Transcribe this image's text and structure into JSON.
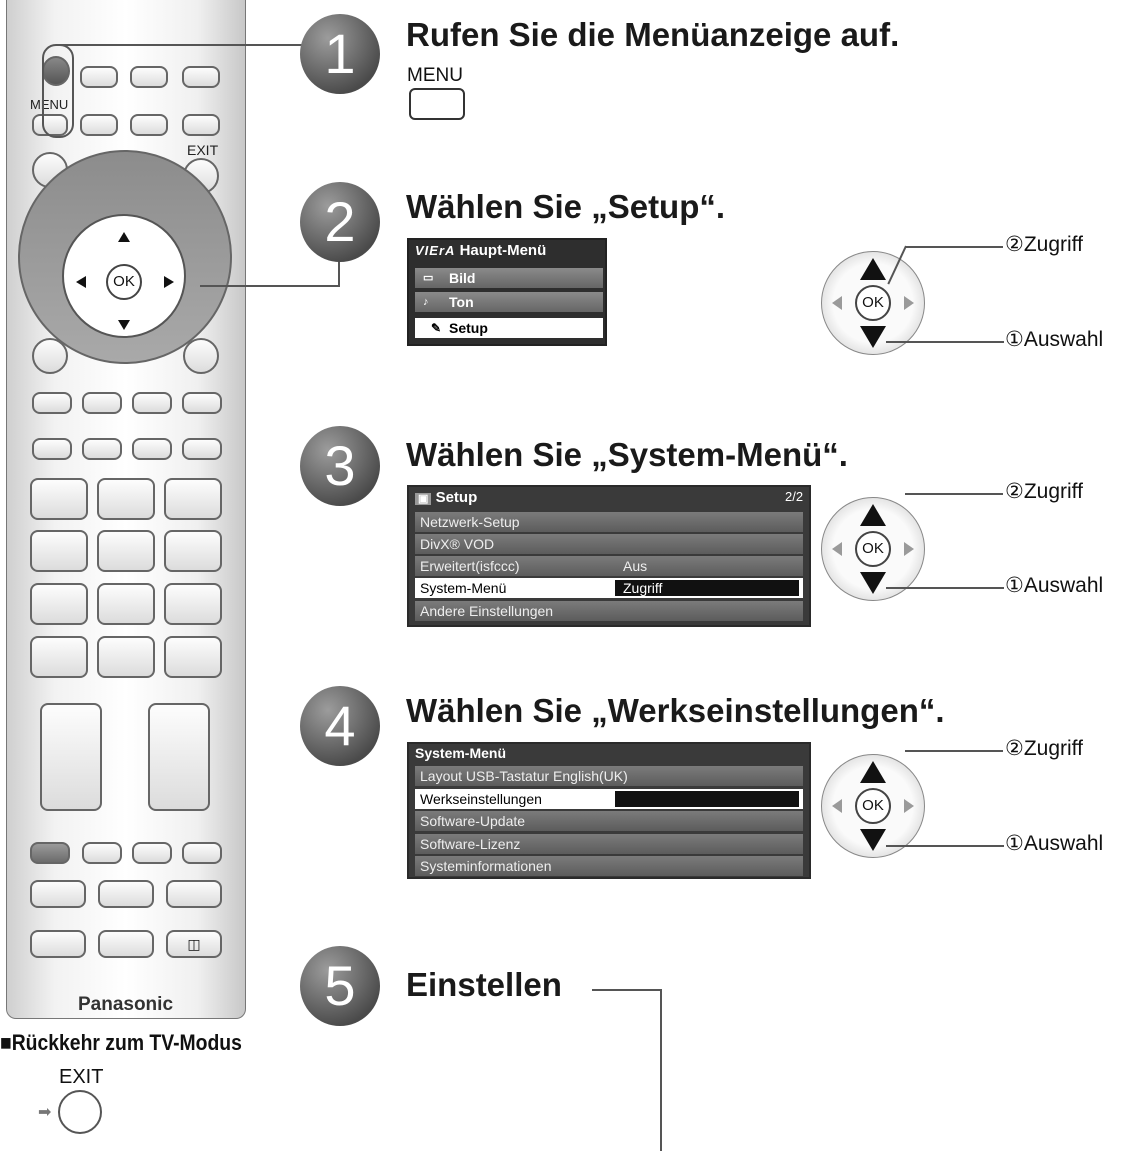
{
  "remote": {
    "menu_label": "MENU",
    "exit_label": "EXIT",
    "ok_label": "OK",
    "brand": "Panasonic"
  },
  "steps": [
    {
      "number": "1",
      "heading": "Rufen Sie die Menüanzeige auf.",
      "button_label": "MENU"
    },
    {
      "number": "2",
      "heading": "Wählen Sie „Setup“."
    },
    {
      "number": "3",
      "heading": "Wählen Sie „System-Menü“."
    },
    {
      "number": "4",
      "heading": "Wählen Sie „Werkseinstellungen“."
    },
    {
      "number": "5",
      "heading": "Einstellen"
    }
  ],
  "main_menu": {
    "logo": "VIErA",
    "title": "Haupt-Menü",
    "items": [
      "Bild",
      "Ton",
      "Setup"
    ],
    "selected": "Setup"
  },
  "setup_menu": {
    "title": "Setup",
    "page": "2/2",
    "rows": [
      {
        "label": "Netzwerk-Setup",
        "value": ""
      },
      {
        "label": "DivX® VOD",
        "value": ""
      },
      {
        "label": "Erweitert(isfccc)",
        "value": "Aus"
      },
      {
        "label": "System-Menü",
        "value": "Zugriff"
      },
      {
        "label": "Andere Einstellungen",
        "value": ""
      }
    ]
  },
  "system_menu": {
    "title": "System-Menü",
    "rows": [
      {
        "label": "Layout USB-Tastatur English(UK)"
      },
      {
        "label": "Werkseinstellungen"
      },
      {
        "label": "Software-Update"
      },
      {
        "label": "Software-Lizenz"
      },
      {
        "label": "Systeminformationen"
      }
    ]
  },
  "callouts": {
    "access": "②Zugriff",
    "select": "①Auswahl",
    "ok": "OK"
  },
  "footer": {
    "return_text": "■Rückkehr zum TV-Modus",
    "exit_label": "EXIT"
  }
}
